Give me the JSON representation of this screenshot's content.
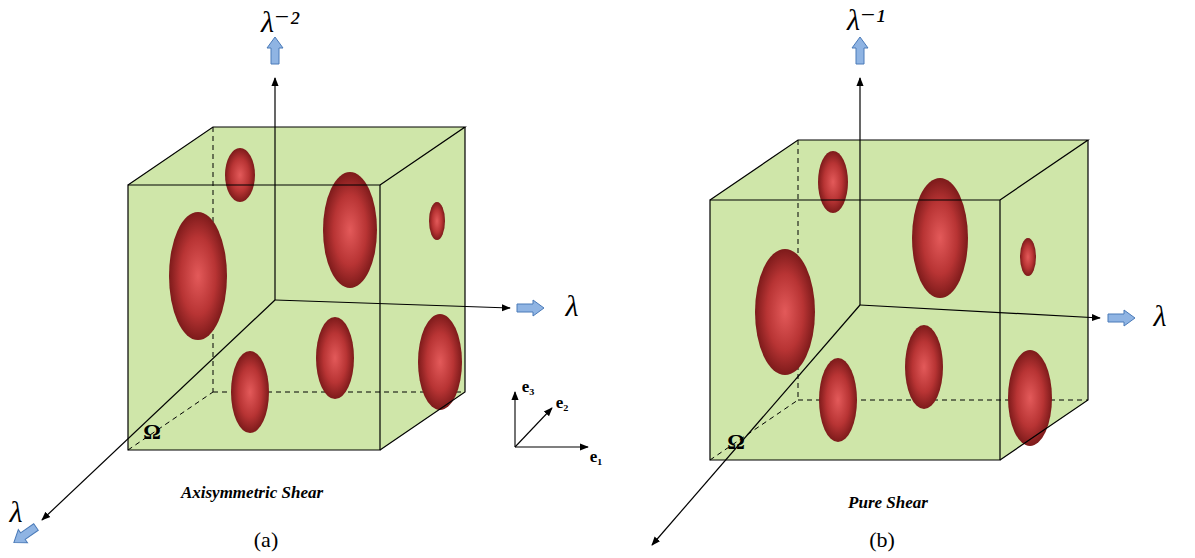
{
  "diagram": {
    "labels": [
      "λ⁻²",
      "λ",
      "λ",
      "Ω",
      "e₃",
      "e₂",
      "e₁",
      "Axisymmetric Shear",
      "(a)",
      "λ⁻¹",
      "λ",
      "Ω",
      "Pure Shear",
      "(b)"
    ]
  }
}
